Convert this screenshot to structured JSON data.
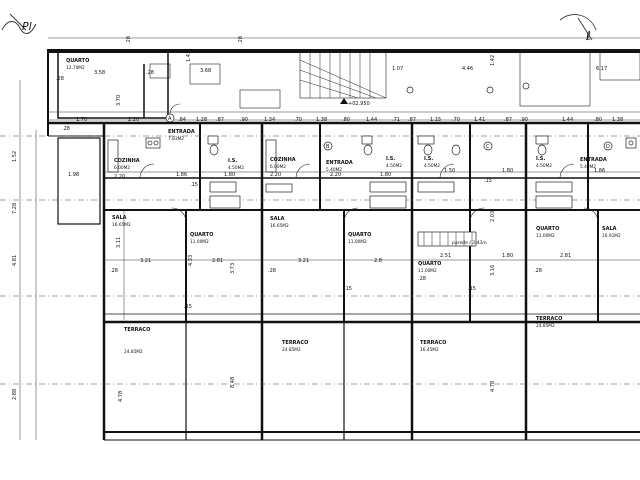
{
  "rooms": [
    {
      "key": "quarto_top",
      "name": "QUARTO",
      "area": "12.70M2"
    },
    {
      "key": "entrada_1",
      "name": "ENTRADA",
      "area": "7.83M2"
    },
    {
      "key": "cozinha_1",
      "name": "COZINHA",
      "area": "6.00M2"
    },
    {
      "key": "is_1",
      "name": "I.S.",
      "area": "4.50M2"
    },
    {
      "key": "cozinha_2",
      "name": "COZINHA",
      "area": "6.00M2"
    },
    {
      "key": "entrada_2",
      "name": "ENTRADA",
      "area": "5.40M2"
    },
    {
      "key": "is_2",
      "name": "I.S.",
      "area": "4.50M2"
    },
    {
      "key": "is_3",
      "name": "I.S.",
      "area": "4.50M2"
    },
    {
      "key": "is_4",
      "name": "I.S.",
      "area": "4.50M2"
    },
    {
      "key": "entrada_3",
      "name": "ENTRADA",
      "area": "5.40M2"
    },
    {
      "key": "sala_1",
      "name": "SALA",
      "area": "16.65M2"
    },
    {
      "key": "quarto_1",
      "name": "QUARTO",
      "area": "11.00M2"
    },
    {
      "key": "sala_2",
      "name": "SALA",
      "area": "16.65M2"
    },
    {
      "key": "quarto_2",
      "name": "QUARTO",
      "area": "11.00M2"
    },
    {
      "key": "quarto_3",
      "name": "QUARTO",
      "area": "11.00M2"
    },
    {
      "key": "quarto_4",
      "name": "QUARTO",
      "area": "11.00M2"
    },
    {
      "key": "sala_3",
      "name": "SALA",
      "area": "16.91M2"
    },
    {
      "key": "terraco_1",
      "name": "TERRACO",
      "area": "24.85M2"
    },
    {
      "key": "terraco_2",
      "name": "TERRACO",
      "area": "24.85M2"
    },
    {
      "key": "terraco_3",
      "name": "TERRACO",
      "area": "16.45M2"
    },
    {
      "key": "terraco_4",
      "name": "TERRACO",
      "area": "24.85M2"
    }
  ],
  "elevation": "+02.950",
  "grid_markers": [
    "A",
    "B",
    "C",
    "D"
  ],
  "dimensions": {
    "top": [
      ".28",
      "3.58",
      ".28",
      "1.42",
      "3.68",
      "1.07",
      "4.46",
      "1.42",
      "6.17",
      ".28",
      ".28"
    ],
    "row2": [
      ".28",
      "1.70",
      "2.20",
      ".84",
      "1.28",
      ".87",
      ".90",
      "1.34",
      ".70",
      "1.38",
      ".80",
      "1.44",
      ".71",
      ".87",
      "1.15",
      ".70",
      "1.41",
      ".87",
      ".90",
      "1.44",
      ".80",
      "1.38"
    ],
    "mid": [
      "1.98",
      "2.20",
      "1.86",
      ".15",
      "1.80",
      "2.20",
      "2.20",
      "1.80",
      ".15",
      "1.50",
      "1.80",
      "1.86"
    ],
    "lower": [
      "3.21",
      "2.81",
      "3.21",
      "2.8",
      "2.51",
      "1.80",
      "2.81",
      ".28",
      ".28",
      ".28",
      ".28",
      ".15",
      ".15",
      ".15"
    ],
    "vertical": [
      "3.70",
      "3.11",
      "4.33",
      "3.73",
      "2.03",
      "3.16",
      "4.78",
      "4.78",
      "8.48",
      "4.81",
      "2.88",
      "1.52",
      "7.28"
    ]
  },
  "annotations": {
    "handwritten_1": "Pl",
    "handwritten_2": "ℓ",
    "handwritten_note": "parede / 3.43m"
  }
}
